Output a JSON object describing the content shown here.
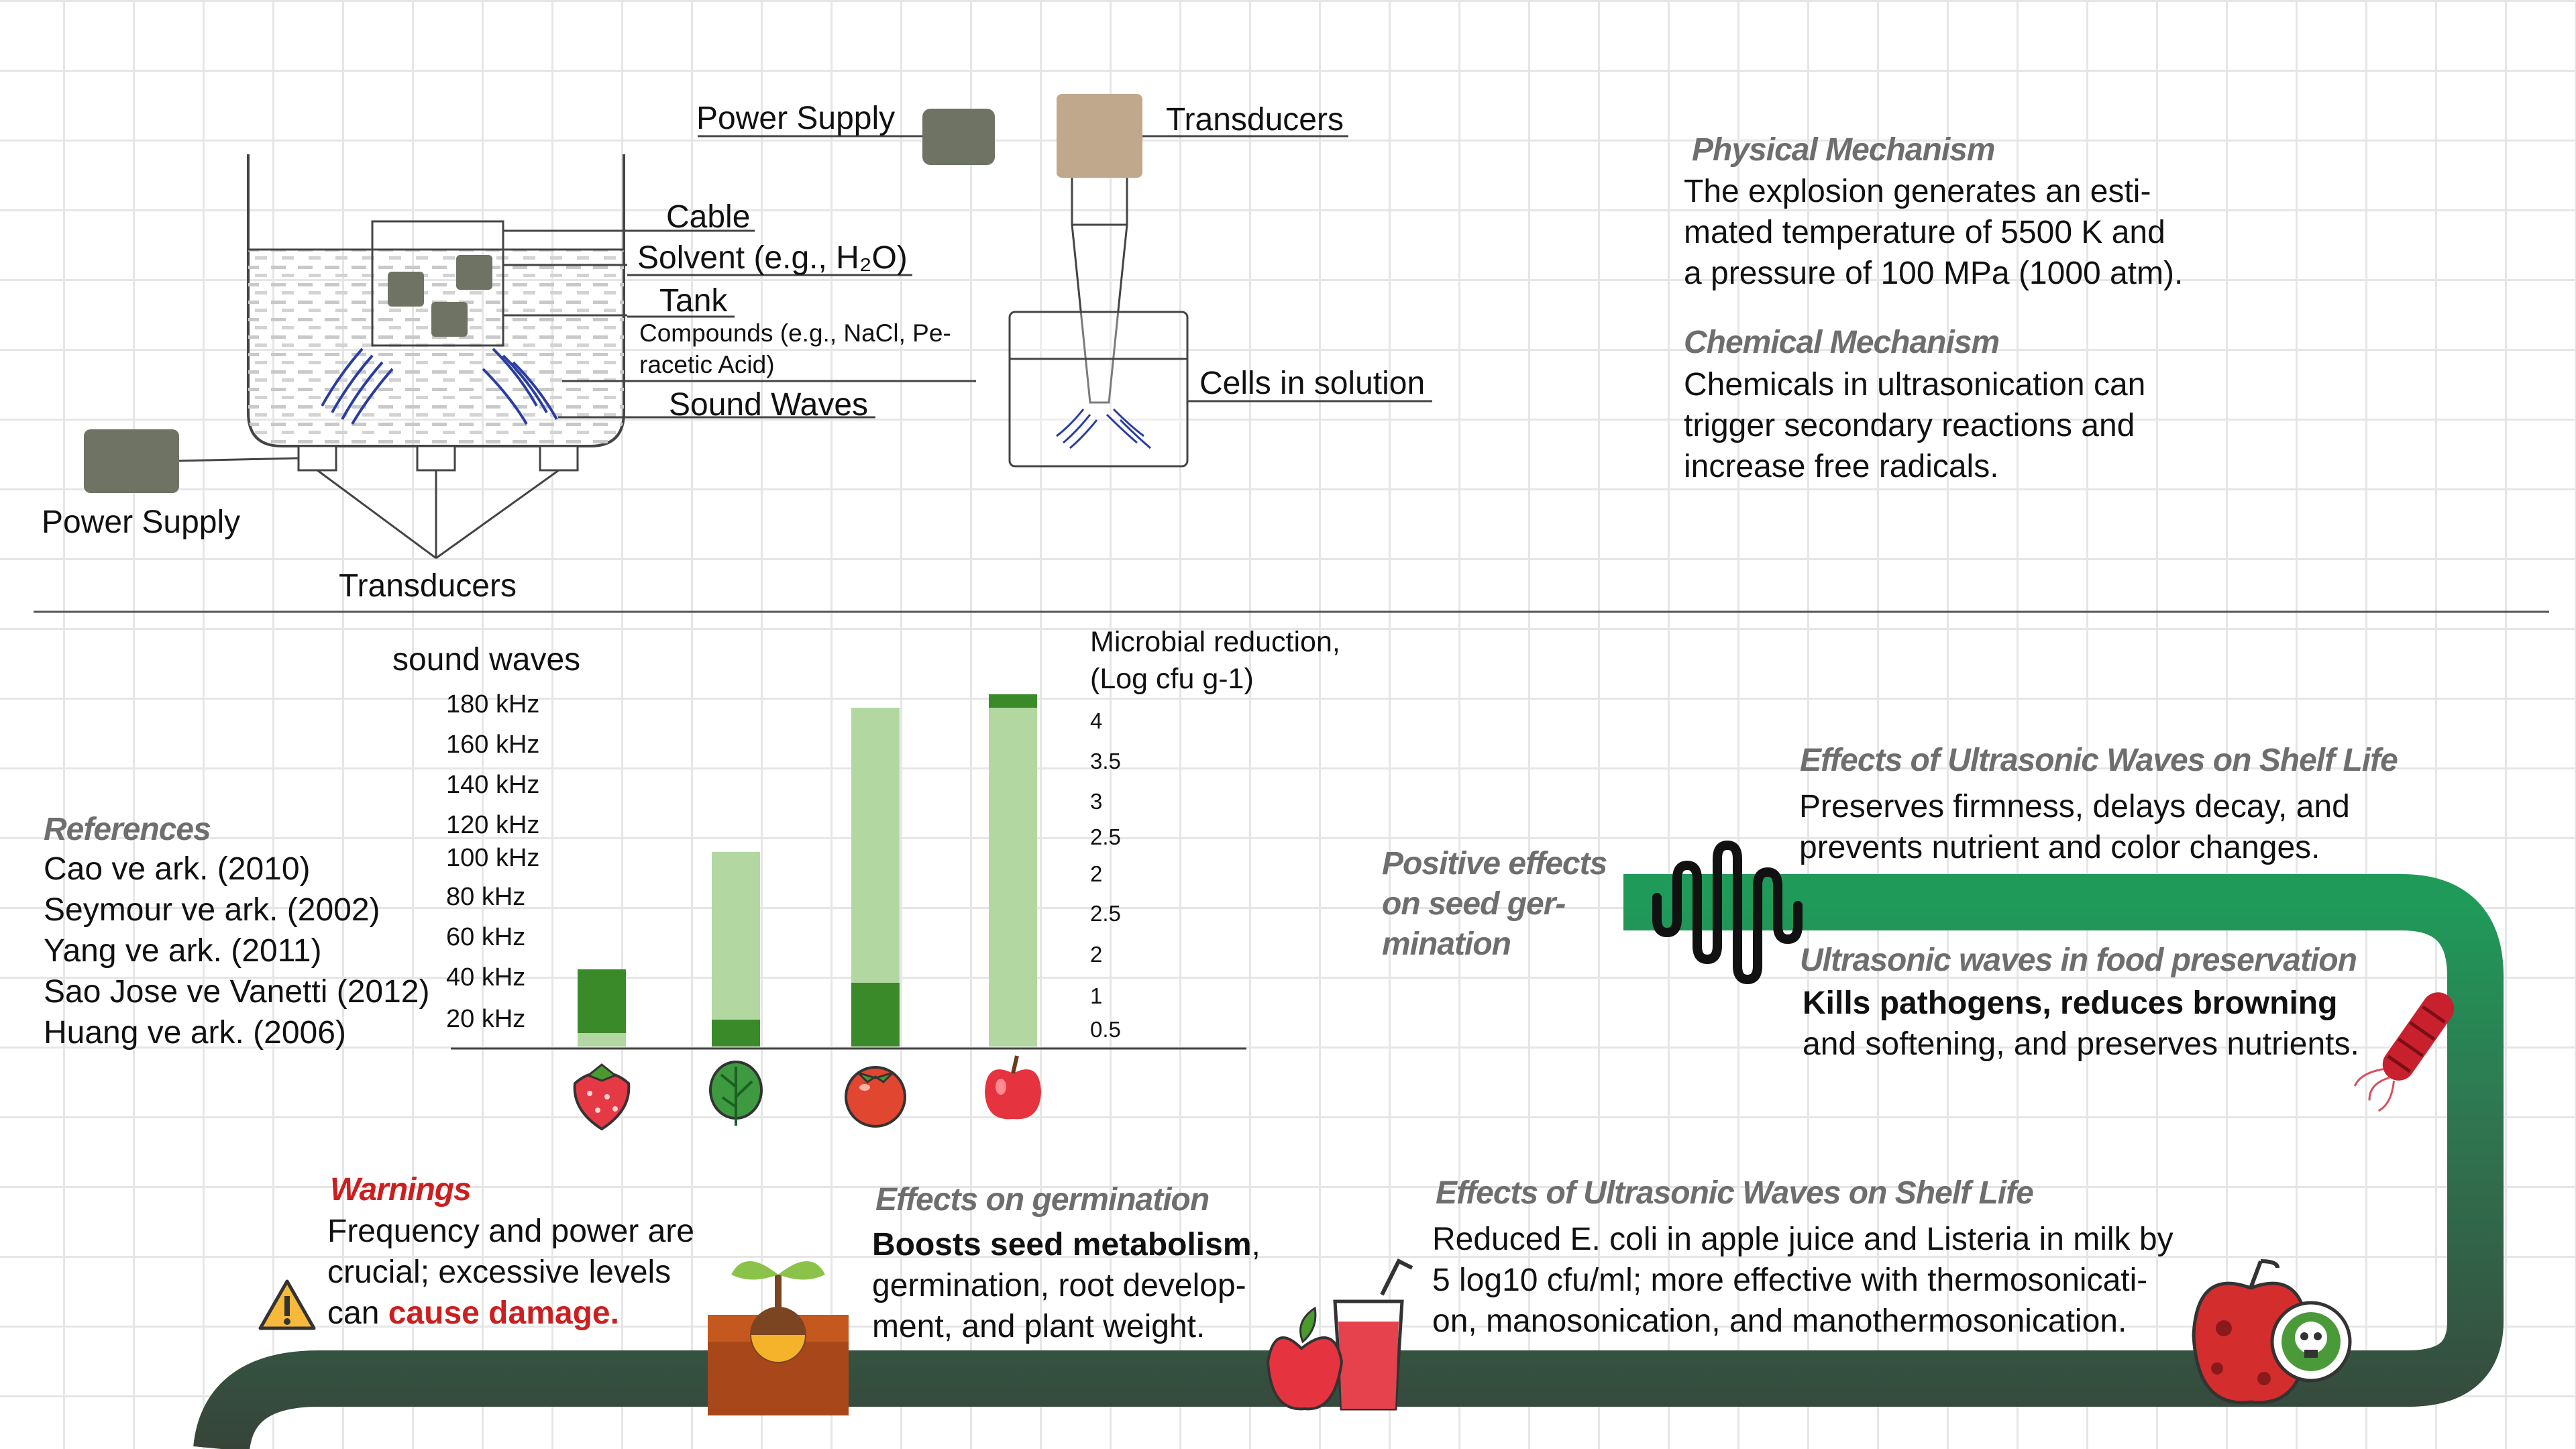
{
  "setup_left": {
    "power_supply": "Power Supply",
    "transducers": "Transducers",
    "cable": "Cable",
    "solvent": "Solvent (e.g., H₂O)",
    "tank": "Tank",
    "compounds_line1": "Compounds (e.g., NaCl, Pe-",
    "compounds_line2": "racetic Acid)",
    "sound_waves": "Sound Waves"
  },
  "setup_right": {
    "power_supply": "Power Supply",
    "transducers": "Transducers",
    "cells": "Cells in solution"
  },
  "mechanisms": {
    "physical_title": "Physical Mechanism",
    "physical_lines": [
      "The explosion generates an esti-",
      "mated temperature of 5500 K and",
      "a pressure of 100 MPa (1000 atm)."
    ],
    "chemical_title": "Chemical Mechanism",
    "chemical_lines": [
      "Chemicals in ultrasonication can",
      "trigger secondary reactions and",
      "increase free radicals."
    ]
  },
  "references": {
    "title": "References",
    "items": [
      "Cao ve ark. (2010)",
      "Seymour ve ark. (2002)",
      "Yang ve ark. (2011)",
      "Sao Jose ve Vanetti (2012)",
      "Huang ve ark. (2006)"
    ]
  },
  "chart_data": {
    "type": "bar",
    "left_axis_title": "sound waves",
    "right_axis_title_line1": "Microbial reduction,",
    "right_axis_title_line2": "(Log cfu g-1)",
    "left_ticks": [
      "180 kHz",
      "160 kHz",
      "140 kHz",
      "120 kHz",
      "100 kHz",
      "80 kHz",
      "60 kHz",
      "40 kHz",
      "20 kHz"
    ],
    "right_ticks": [
      "4",
      "3.5",
      "3",
      "2.5",
      "2",
      "2.5",
      "2",
      "1",
      "0.5"
    ],
    "categories": [
      "strawberry",
      "spinach",
      "tomato",
      "apple"
    ],
    "series": [
      {
        "values": [
          1.9,
          0.8,
          1.9,
          0.4
        ],
        "color": "#3a8a2a"
      },
      {
        "values": [
          0.4,
          5.0,
          8.2,
          10.1
        ],
        "color": "#b3d7a1"
      }
    ],
    "colors": {
      "dark": "#3a8a2a",
      "light": "#b3d7a1"
    }
  },
  "fruit_icons": [
    "strawberry-icon",
    "spinach-icon",
    "tomato-icon",
    "apple-icon"
  ],
  "shelf_life_top": {
    "title": "Effects of Ultrasonic Waves on Shelf Life",
    "lines": [
      "Preserves firmness, delays decay, and",
      "prevents nutrient and color changes."
    ]
  },
  "seed_germination": {
    "lines": [
      "Positive effects",
      "on seed ger-",
      "mination"
    ]
  },
  "food_preservation": {
    "title": "Ultrasonic waves in food preservation",
    "bold_line": "Kills pathogens, reduces browning",
    "line2": "and softening, and preserves nutrients."
  },
  "warnings": {
    "title": "Warnings",
    "line1": "Frequency and power are",
    "line2": "crucial; excessive levels",
    "line3_prefix": "can ",
    "line3_emphasis": "cause damage."
  },
  "germination": {
    "title": "Effects on germination",
    "line1_bold": "Boosts seed metabolism",
    "line1_rest": ",",
    "lines": [
      "germination, root develop-",
      "ment, and plant weight."
    ]
  },
  "shelf_life_bottom": {
    "title": "Effects of Ultrasonic Waves on Shelf Life",
    "lines": [
      "Reduced E. coli in apple juice and Listeria in milk by",
      "5 log10 cfu/ml; more effective with thermosonicati-",
      "on, manosonication, and manothermosonication."
    ]
  },
  "path_colors": {
    "green": "#1f9a58",
    "dark": "#37443a"
  }
}
